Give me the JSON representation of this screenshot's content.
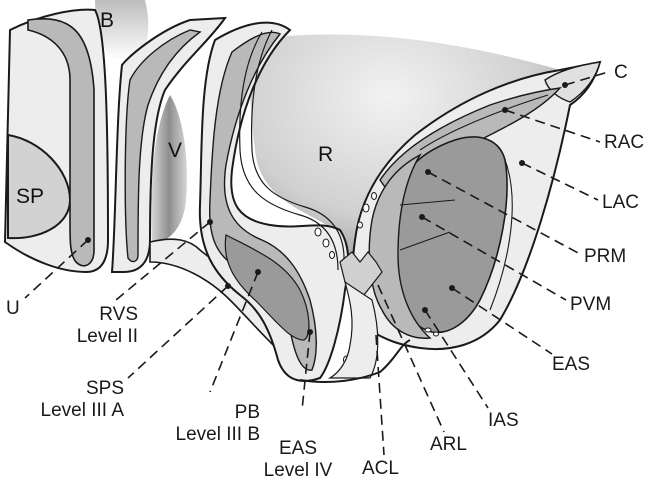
{
  "labels": {
    "B": "B",
    "V": "V",
    "R": "R",
    "SP": "SP",
    "C": "C",
    "RAC": "RAC",
    "LAC": "LAC",
    "PRM": "PRM",
    "PVM": "PVM",
    "EAS": "EAS",
    "IAS": "IAS",
    "ARL": "ARL",
    "ACL": "ACL",
    "U": "U",
    "RVS": "RVS",
    "RVS_level": "Level II",
    "SPS": "SPS",
    "SPS_level": "Level III A",
    "PB": "PB",
    "PB_level": "Level III B",
    "EAS2": "EAS",
    "EAS2_level": "Level IV"
  },
  "colors": {
    "outline": "#1a1a1a",
    "tissue_light": "#ededed",
    "tissue_mid": "#b9b9b9",
    "tissue_dark": "#9a9a9a",
    "cavity": "#d8d8d8"
  }
}
